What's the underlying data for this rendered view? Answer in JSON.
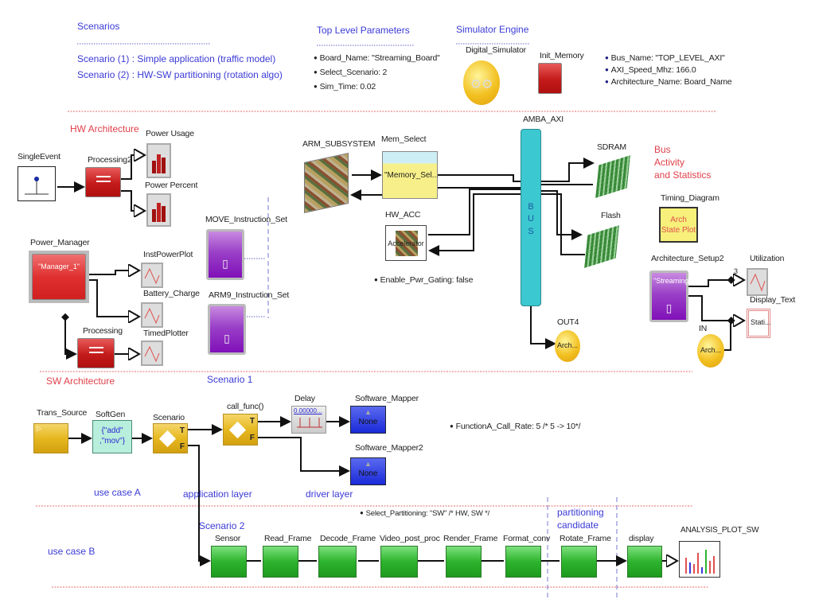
{
  "scenarios": {
    "title": "Scenarios",
    "items": [
      "Scenario (1) :  Simple application (traffic model)",
      "Scenario (2) :  HW-SW partitioning (rotation algo)"
    ]
  },
  "top_params": {
    "title": "Top Level Parameters",
    "items": [
      "Board_Name: \"Streaming_Board\"",
      "Select_Scenario: 2",
      "Sim_Time: 0.02"
    ]
  },
  "sim_engine": {
    "title": "Simulator Engine",
    "director": "Digital_Simulator",
    "init_memory": "Init_Memory"
  },
  "bus_params": [
    "Bus_Name: \"TOP_LEVEL_AXI\"",
    "AXI_Speed_Mhz: 166.0",
    "Architecture_Name: Board_Name"
  ],
  "hw": {
    "title": "HW Architecture",
    "single_event": "SingleEvent",
    "processing2": "Processing2",
    "power_usage": "Power Usage",
    "power_percent": "Power Percent",
    "power_manager": "Power_Manager",
    "power_manager_value": "\"Manager_1\"",
    "inst_power_plot": "InstPowerPlot",
    "battery_charge": "Battery_Charge",
    "processing": "Processing",
    "timed_plotter": "TimedPlotter",
    "move_isa": "MOVE_Instruction_Set",
    "arm9_isa": "ARM9_Instruction_Set",
    "arm_subsystem": "ARM_SUBSYSTEM",
    "mem_select": "Mem_Select",
    "mem_select_value": "\"Memory_Sel...",
    "hw_acc": "HW_ACC",
    "hw_acc_value": "Accelerator",
    "enable_pwr_gating": "Enable_Pwr_Gating: false",
    "amba_axi": "AMBA_AXI",
    "bus_text": "BUS",
    "sdram": "SDRAM",
    "flash": "Flash",
    "out4": "OUT4",
    "out4_value": "Arch...",
    "stats_title": "Bus\nActivity\nand Statistics",
    "timing_diagram": "Timing_Diagram",
    "timing_value": "Arch\nState Plot",
    "arch_setup2": "Architecture_Setup2",
    "arch_setup2_value": "\"Streaming...",
    "utilization": "Utilization",
    "display_text": "Display_Text",
    "display_value": "Stati...",
    "in_port": "IN",
    "in_value": "Arch...",
    "multiplicity": "3"
  },
  "sw": {
    "title": "SW Architecture",
    "scenario1": "Scenario 1",
    "trans_source": "Trans_Source",
    "softgen": "SoftGen",
    "softgen_value": "{\"add\"\n,\"mov\"}",
    "scenario": "Scenario",
    "call_func": "call_func()",
    "delay": "Delay",
    "delay_value": "0.00000...",
    "software_mapper": "Software_Mapper",
    "software_mapper2": "Software_Mapper2",
    "mapper_value": "None",
    "port_true": "T",
    "port_false": "F",
    "function_rate": "FunctionA_Call_Rate: 5  /* 5 -> 10*/",
    "use_case_a": "use case A",
    "application_layer": "application layer",
    "driver_layer": "driver layer",
    "select_partitioning": "Select_Partitioning: \"SW\" /*  HW, SW */",
    "partitioning_candidate": "partitioning\ncandidate",
    "scenario2": "Scenario 2",
    "use_case_b": "use case B",
    "pipeline": [
      "Sensor",
      "Read_Frame",
      "Decode_Frame",
      "Video_post_proc",
      "Render_Frame",
      "Format_conv",
      "Rotate_Frame",
      "display"
    ],
    "analysis_plot": "ANALYSIS_PLOT_SW"
  },
  "colors": {
    "section_title": "#e0404a",
    "annotation": "#3a3ad6",
    "bus": "#3cc8d0",
    "sw_block": "#2db42d",
    "isa_block": "#9a40c8"
  }
}
